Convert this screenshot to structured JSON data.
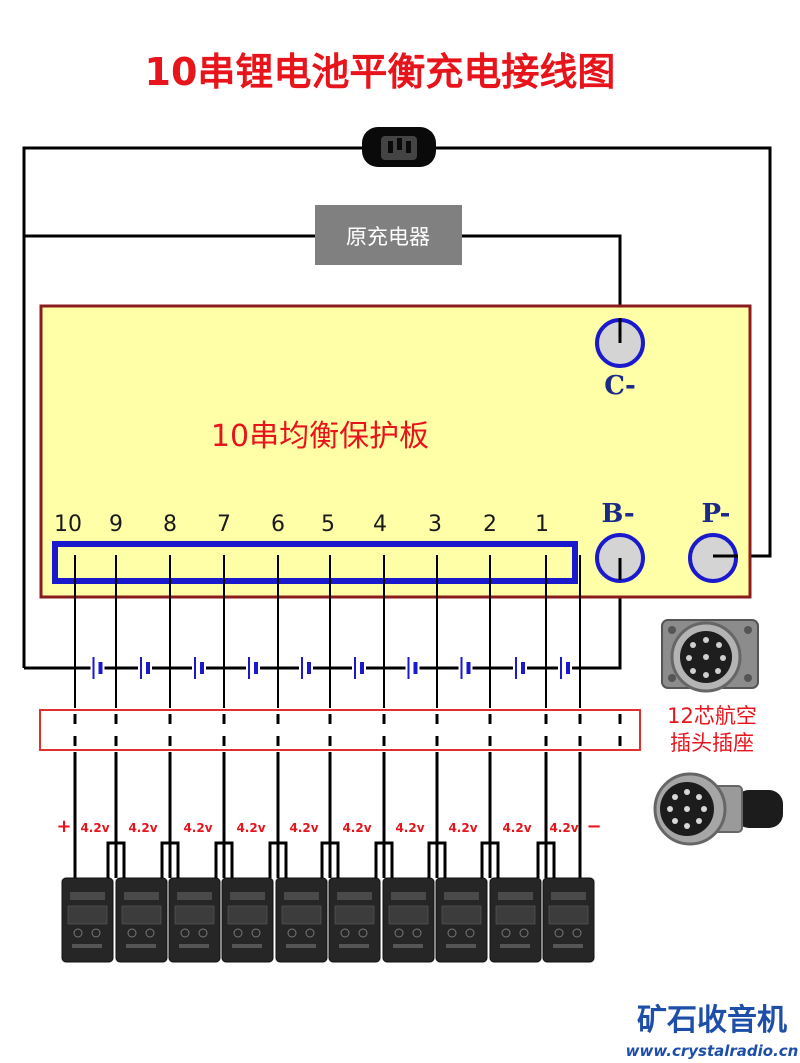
{
  "title": "10串锂电池平衡充电接线图",
  "original_charger_label": "原充电器",
  "board_label": "10串均衡保护板",
  "terminals": {
    "c_minus": "C-",
    "b_minus": "B-",
    "p_minus": "P-"
  },
  "cell_numbers": [
    "10",
    "9",
    "8",
    "7",
    "6",
    "5",
    "4",
    "3",
    "2",
    "1"
  ],
  "connector_label_line1": "12芯航空",
  "connector_label_line2": "插头插座",
  "plus_sign": "+",
  "minus_sign": "−",
  "charger_voltage": "4.2v",
  "charger_count": 10,
  "brand_name": "矿石收音机",
  "brand_url": "www.crystalradio.cn",
  "colors": {
    "title_red": "#e8141c",
    "board_fill": "#ffffa8",
    "board_border": "#8a1c1c",
    "balance_blue": "#1a1acc",
    "terminal_fill": "#d4d4d4",
    "charger_box": "#808080",
    "connector_red": "#e03030",
    "brand_blue": "#1e4fa8"
  }
}
